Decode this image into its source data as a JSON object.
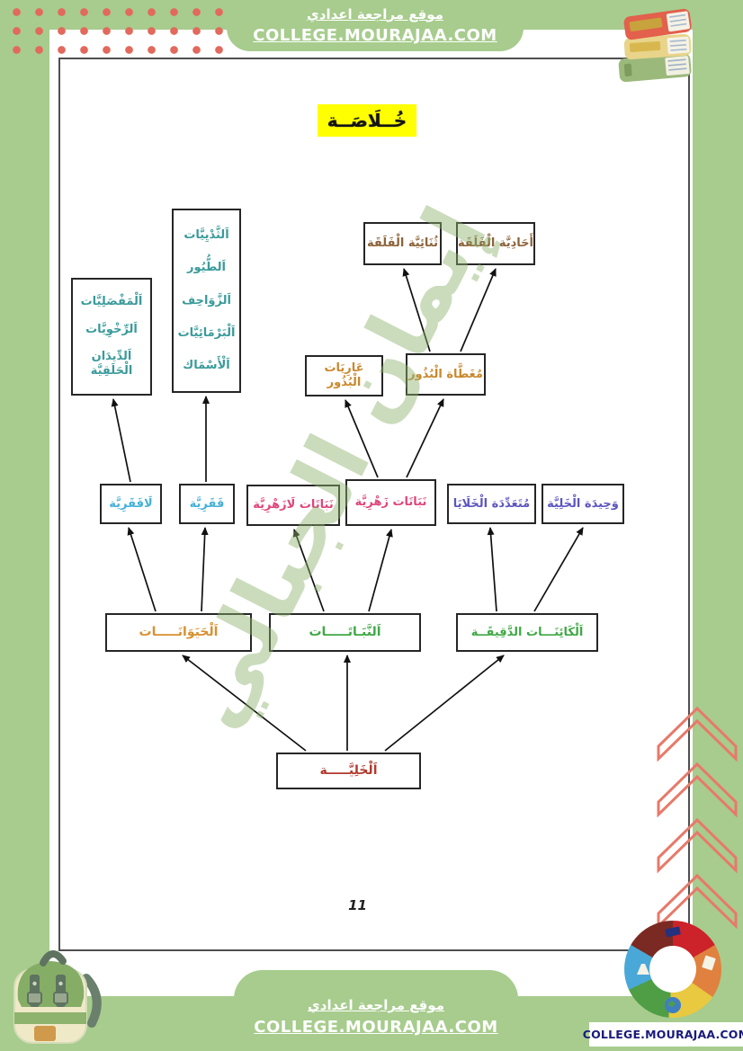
{
  "header": {
    "line1": "موقع مراجعة اعدادي",
    "line2": "COLLEGE.MOURAJAA.COM"
  },
  "footer": {
    "line1": "موقع مراجعة اعدادي",
    "line2": "COLLEGE.MOURAJAA.COM",
    "logo_text": "COLLEGE.MOURAJAA.COM"
  },
  "page": {
    "number": "11",
    "watermark": "إيمان الجبالي"
  },
  "diagram": {
    "title": "خُــلَاصَــة",
    "boxes": {
      "cell": {
        "label": "اَلْخَلِيَّـــــة",
        "color": "#b03a2e"
      },
      "animals": {
        "label": "اَلْحَيَوَانَـــــات",
        "color": "#d89030"
      },
      "plants": {
        "label": "اَلنَّبَـاتَـــــات",
        "color": "#3fa845"
      },
      "micro": {
        "label": "اَلْكَائِنَـــات الدَّقِيقَــة",
        "color": "#3fa845"
      },
      "invertebrate": {
        "label": "لَافَقَرِيَّة",
        "color": "#45b0d8"
      },
      "vertebrate": {
        "label": "فَقَرِيَّة",
        "color": "#45b0d8"
      },
      "nonflowering": {
        "label": "نَبَاتَات لَازَهْرِيَّة",
        "color": "#e0457b"
      },
      "flowering": {
        "label": "نَبَاتَات زَهْرِيَّة",
        "color": "#e0457b"
      },
      "multicellular": {
        "label": "مُتَعَدِّدَة الْخَلَايَا",
        "color": "#5b55c0"
      },
      "unicellular": {
        "label": "وَحِيدَة الْخَلِيَّة",
        "color": "#5b55c0"
      },
      "gymnosperm": {
        "label": "عَارِيَات الْبُذُور",
        "color": "#c8882d"
      },
      "angiosperm": {
        "label": "مُغَطَّاة الْبُذُور",
        "color": "#c8882d"
      },
      "dicot": {
        "label": "ثُنَائِيَّة الْفَلَقَة",
        "color": "#8c6239"
      },
      "monocot": {
        "label": "أَحَادِيَّة الْفَلَقَة",
        "color": "#8c6239"
      },
      "vertebrate_classes": {
        "color": "#3a9a9a",
        "lines": [
          "اَلثَّدْيِيَّات",
          "اَلطُّيُور",
          "اَلزَّوَاحِف",
          "اَلْبَرْمَائِيَّات",
          "اَلْأَسْمَاك"
        ]
      },
      "invertebrate_classes": {
        "color": "#3a9a9a",
        "lines": [
          "اَلْمَفْصَلِيَّات",
          "اَلرِّخْوِيَّات",
          "اَلدِّيدَان الْحَلَقِيَّة"
        ]
      }
    }
  },
  "decor": {
    "top_left_pattern": "red-dot-grid",
    "top_right_icon": "stacked-books-icon",
    "bottom_left_icon": "school-backpack-icon",
    "bottom_right_icon": "education-wheel-logo-icon",
    "right_side_icon": "up-chevron-arrows-icon"
  },
  "colors": {
    "background_green": "#a7cc8d",
    "dot_red": "#e2695c",
    "title_highlight": "#ffff00",
    "frame_border": "#4f4f4f",
    "chevron": "#e8796a",
    "logo_text_navy": "#1a1a7a",
    "watermark_green": "#8db36e"
  }
}
